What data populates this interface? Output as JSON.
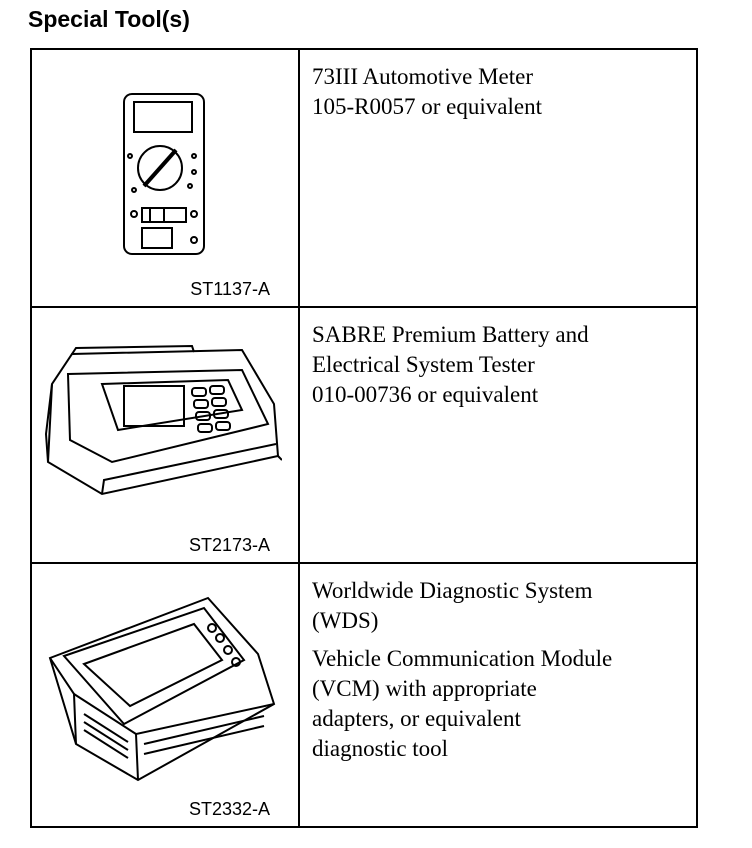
{
  "heading": "Special Tool(s)",
  "tools": [
    {
      "code": "ST1137-A",
      "icon": "multimeter-icon",
      "lines": [
        "73III Automotive Meter",
        "105-R0057 or equivalent"
      ]
    },
    {
      "code": "ST2173-A",
      "icon": "battery-tester-icon",
      "lines": [
        "SABRE Premium Battery and",
        "Electrical System Tester",
        "010-00736 or equivalent"
      ]
    },
    {
      "code": "ST2332-A",
      "icon": "diagnostic-module-icon",
      "lines": [
        "Worldwide Diagnostic System",
        "(WDS)"
      ],
      "lines2": [
        "Vehicle Communication Module",
        "(VCM) with appropriate",
        "adapters, or equivalent",
        "diagnostic tool"
      ]
    }
  ]
}
